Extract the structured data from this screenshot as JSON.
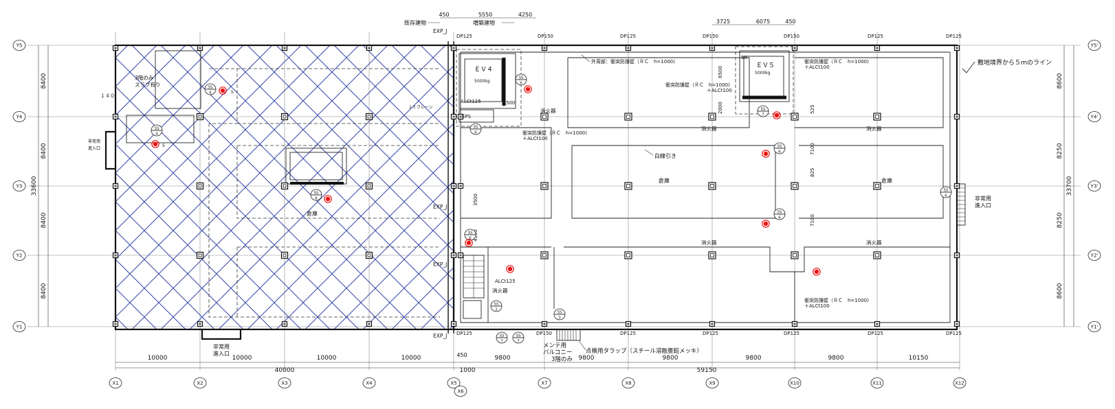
{
  "grid": {
    "x_labels": [
      "X1",
      "X2",
      "X3",
      "X4",
      "X5",
      "X6",
      "X7",
      "X8",
      "X9",
      "X10",
      "X11",
      "X12"
    ],
    "y_labels_left": [
      "Y5",
      "Y4",
      "Y3",
      "Y2",
      "Y1"
    ],
    "y_labels_right": [
      "Y5'",
      "Y4'",
      "Y3'",
      "Y2'",
      "Y1'"
    ]
  },
  "dims": {
    "bottom_left": [
      "10000",
      "10000",
      "10000",
      "10000"
    ],
    "bottom_left_total": "40000",
    "bottom_right": [
      "9800",
      "9800",
      "9800",
      "9800",
      "9800",
      "10150"
    ],
    "bottom_right_total": "59150",
    "gap_450": "450",
    "gap_1000": "1000",
    "left_spans": [
      "8400",
      "8400",
      "8400",
      "8400"
    ],
    "left_total": "33600",
    "right_spans": [
      "8600",
      "8250",
      "8250",
      "8600"
    ],
    "right_total": "33700",
    "top_a": [
      "450",
      "5550",
      "4250"
    ],
    "top_b": [
      "3725",
      "6075",
      "450"
    ]
  },
  "labels": {
    "existing": "既存建物",
    "extension": "増築建物",
    "exp_j": "EXP_J",
    "dp125": "DP125",
    "dp150": "DP150",
    "outer_wall": "外周部：衝突防護壁（ＲＣ　h=1000)",
    "impact_wall": "衝突防護壁（ＲＣ　h=1000)",
    "alc100": "＋ALCt100",
    "impact_wall_mid": "衝突防護壁（ＲＣ　h=1000)",
    "ev4": "ＥＶ４",
    "ev4_spec": "5000kg",
    "ev5": "ＥＶ５",
    "ev5_spec": "5000kg",
    "alc125": "ALCt125",
    "eps": "EPS",
    "extinguisher": "消火器",
    "white_line": "白線引き",
    "warehouse": "倉庫",
    "warehouse_small": "倉庫",
    "boundary_line": "敷地境界から５ｍのライン",
    "emergency_entrance": "非常用進入口",
    "emergency_l1": "非常用",
    "emergency_l2": "進入口",
    "emergency_right_l1": "非常用",
    "emergency_right_l2": "進入口",
    "emergency_left_l1": "非常用",
    "emergency_left_l2": "進入口",
    "maint_l1": "メンテ用",
    "maint_l2": "バルコニー",
    "maint_l3": "3階のみ",
    "check_ladder": "点検用タラップ（スチール溶融亜鉛メッキ）",
    "slab_note_l1": "3階のみ",
    "slab_note_l2": "スラブ有り",
    "crane": "１ｔクレーン",
    "v140": "１４０",
    "s_mark": "S",
    "ss6": "SS",
    "n500": "500",
    "n6500": "6500",
    "n2000": "2000",
    "n3500": "3500",
    "n4150": "4150",
    "n7100": "7100",
    "n825": "825",
    "n525": "525",
    "n50": "50",
    "sd6": "6",
    "sd7": "7",
    "sd3": "3",
    "aw7": "7",
    "n450b": "450"
  }
}
